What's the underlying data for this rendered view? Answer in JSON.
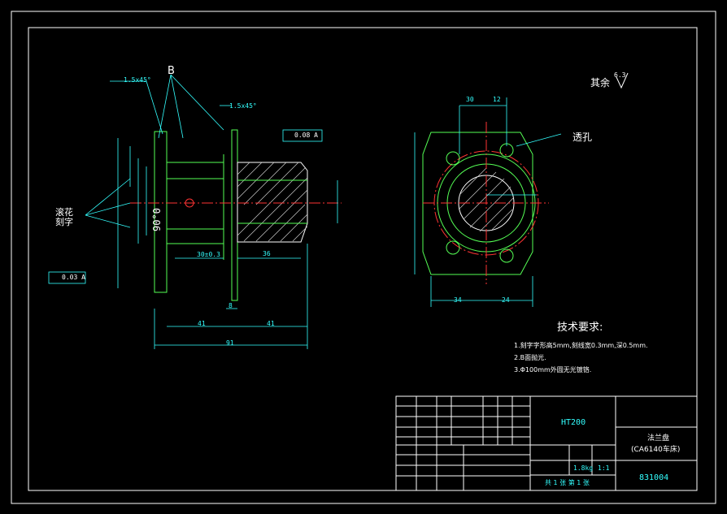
{
  "labels": {
    "b": "B",
    "chamfer1": "1.5x45°",
    "chamfer2": "1.5x45°",
    "knurl": "滚花 刻字",
    "tol1": "0.03 A",
    "tol2": "0.08 A",
    "angle": "90°0",
    "rest": "其余",
    "rest_value": "6.3",
    "reamed": "透孔"
  },
  "dims": {
    "d41a": "41",
    "d41b": "41",
    "d91": "91",
    "d8": "8",
    "d30": "30±0.3",
    "d36": "36",
    "d24top": "30",
    "d12": "12",
    "d34": "34",
    "d24bottom": "24"
  },
  "tech": {
    "title": "技术要求:",
    "items": [
      "1.刻字字形高5mm,刻线宽0.3mm,深0.5mm.",
      "2.B面抛光.",
      "3.Φ100mm外圆无光镀铬."
    ]
  },
  "title_block": {
    "material": "HT200",
    "part_name": "法兰盘",
    "part_sub": "(CA6140车床)",
    "drawing_no": "831004",
    "sheets": "共 1 张   第 1 张",
    "scale": "1:1",
    "weight": "1.8kg"
  },
  "colors": {
    "background": "#000000",
    "outline": "#55ff55",
    "dimension": "#33ffff",
    "centerline": "#ff3333",
    "text": "#ffffff"
  }
}
